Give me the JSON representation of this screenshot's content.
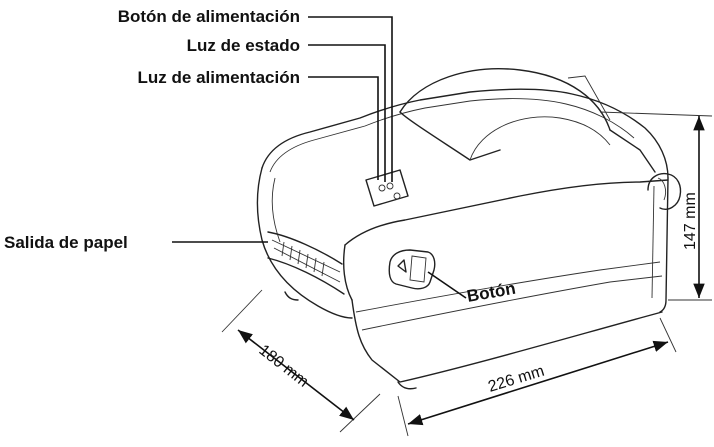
{
  "callouts": {
    "power_button": "Botón de alimentación",
    "status_light": "Luz de estado",
    "power_light": "Luz de alimentación",
    "paper_exit": "Salida de papel",
    "button": "Botón"
  },
  "dimensions": {
    "depth": "180 mm",
    "width": "226 mm",
    "height": "147 mm"
  }
}
